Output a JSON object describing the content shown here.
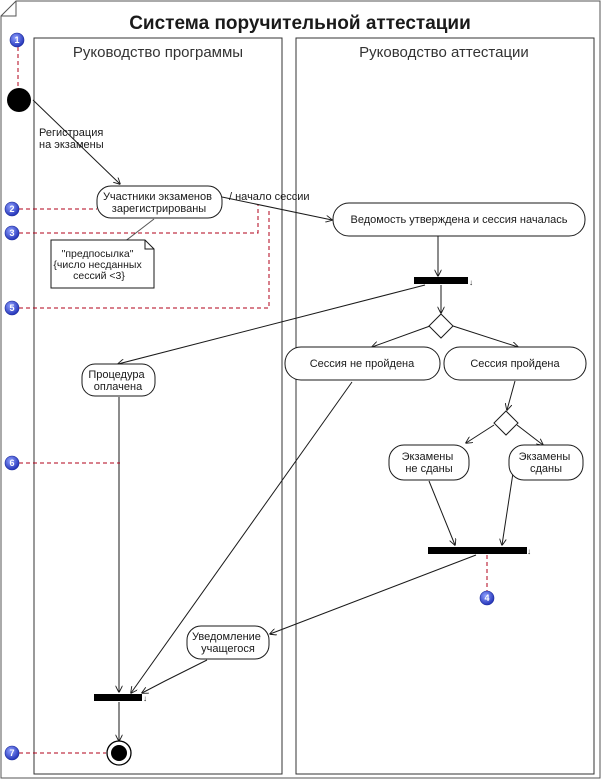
{
  "title": "Система поручительной аттестации",
  "swimlanes": [
    {
      "id": "program",
      "label": "Руководство программы"
    },
    {
      "id": "attestation",
      "label": "Руководство аттестации"
    }
  ],
  "nodes": {
    "registered": {
      "lines": [
        "Участники экзаменов",
        "зарегистрированы"
      ]
    },
    "session_started": {
      "lines": [
        "Ведомость утверждена и сессия началась"
      ]
    },
    "not_passed": {
      "lines": [
        "Сессия не пройдена"
      ]
    },
    "passed": {
      "lines": [
        "Сессия пройдена"
      ]
    },
    "procedure_paid": {
      "lines": [
        "Процедура",
        "оплачена"
      ]
    },
    "exams_failed": {
      "lines": [
        "Экзамены",
        "не сданы"
      ]
    },
    "exams_passed": {
      "lines": [
        "Экзамены",
        "сданы"
      ]
    },
    "notification": {
      "lines": [
        "Уведомление",
        "учащегося"
      ]
    }
  },
  "labels": {
    "registration": [
      "Регистрация",
      "на экзамены"
    ],
    "session_start": "/ начало сессии"
  },
  "note": {
    "lines": [
      "\"предпосылка\"",
      "{число несданных",
      "сессий <3}"
    ]
  },
  "callouts": [
    "1",
    "2",
    "3",
    "4",
    "5",
    "6",
    "7"
  ],
  "colors": {
    "line": "#1a1a1a",
    "callout_fill": "#3b4fd8",
    "callout_leader": "#b0001a",
    "bar": "#000000"
  }
}
